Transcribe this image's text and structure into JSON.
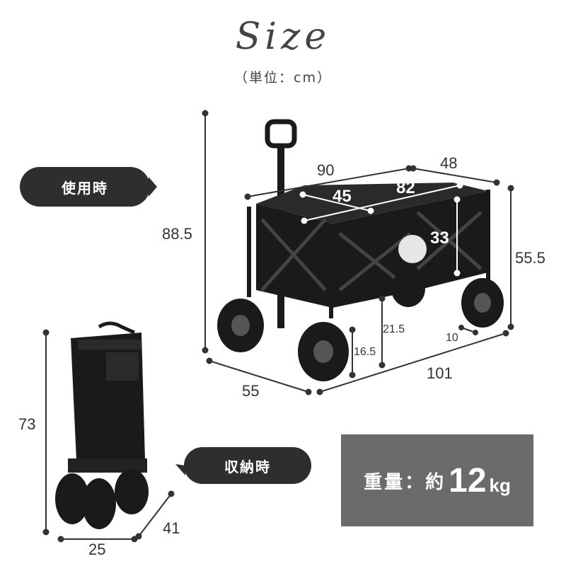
{
  "title": "Size",
  "subtitle": "（単位：cm）",
  "badges": {
    "in_use": "使用時",
    "storage": "収納時"
  },
  "dimensions_in_use": {
    "height_total": "88.5",
    "length_top": "90",
    "width_top": "48",
    "inner_length": "82",
    "inner_width": "45",
    "inner_depth": "33",
    "height_body": "55.5",
    "ground_clearance": "21.5",
    "wheel_height": "16.5",
    "wheel_width": "10",
    "width_bottom": "55",
    "length_bottom": "101"
  },
  "dimensions_storage": {
    "height": "73",
    "depth": "41",
    "width": "25"
  },
  "weight": {
    "label": "重量：約",
    "value": "12",
    "unit": "kg"
  },
  "colors": {
    "badge": "#2e2e2e",
    "weight_box": "#6b6b6b",
    "cart": "#1a1a1a"
  }
}
